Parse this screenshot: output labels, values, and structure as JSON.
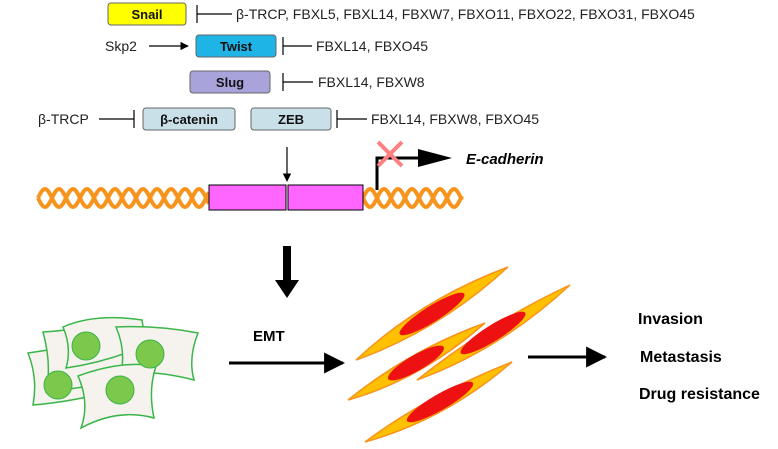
{
  "regulators": {
    "snail": {
      "label": "Snail",
      "inhibitors": "β-TRCP, FBXL5, FBXL14, FBXW7, FBXO11, FBXO22, FBXO31, FBXO45",
      "color": "#ffff00"
    },
    "twist": {
      "label": "Twist",
      "activator": "Skp2",
      "inhibitors": "FBXL14, FBXO45",
      "color": "#1fb4e6"
    },
    "slug": {
      "label": "Slug",
      "inhibitors": "FBXL14, FBXW8",
      "color": "#a9a3dc"
    },
    "beta_catenin": {
      "label": "β-catenin",
      "inhibitor": "β-TRCP",
      "color": "#c9e0e8"
    },
    "zeb": {
      "label": "ZEB",
      "inhibitors": "FBXL14, FBXW8, FBXO45",
      "color": "#c9e0e8"
    }
  },
  "gene": {
    "label": "E-cadherin"
  },
  "process": {
    "label": "EMT"
  },
  "outcomes": [
    "Invasion",
    "Metastasis",
    "Drug resistance"
  ],
  "colors": {
    "dna_strand": "#f7941d",
    "promoter_box": "#ff66ff",
    "repression_cross": "#ff8080",
    "epithelial_cell_fill": "#f6f3ee",
    "epithelial_cell_border": "#3ab54a",
    "nucleus": "#7cc84a",
    "mesenchymal_outer": "#f7941d",
    "mesenchymal_inner": "#ffc000",
    "mesenchymal_nucleus": "#ee1111"
  }
}
